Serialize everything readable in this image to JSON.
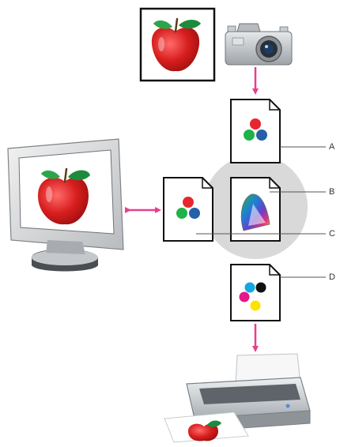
{
  "diagram": {
    "callouts": {
      "a": "A",
      "b": "B",
      "c": "C",
      "d": "D"
    },
    "colors": {
      "arrow": "#e6408c",
      "workspace_circle": "#d9d9d9",
      "rgb_red": "#e8262d",
      "rgb_green": "#1fb24a",
      "rgb_blue": "#2560a8",
      "cmyk_cyan": "#12a8e0",
      "cmyk_magenta": "#e5178a",
      "cmyk_yellow": "#ffe100",
      "cmyk_black": "#111111"
    },
    "icons": [
      "apple-photo-icon",
      "digital-camera-icon",
      "computer-monitor-icon",
      "inkjet-printer-icon",
      "rgb-profile-document-icon",
      "color-gamut-document-icon",
      "cmyk-profile-document-icon"
    ]
  }
}
